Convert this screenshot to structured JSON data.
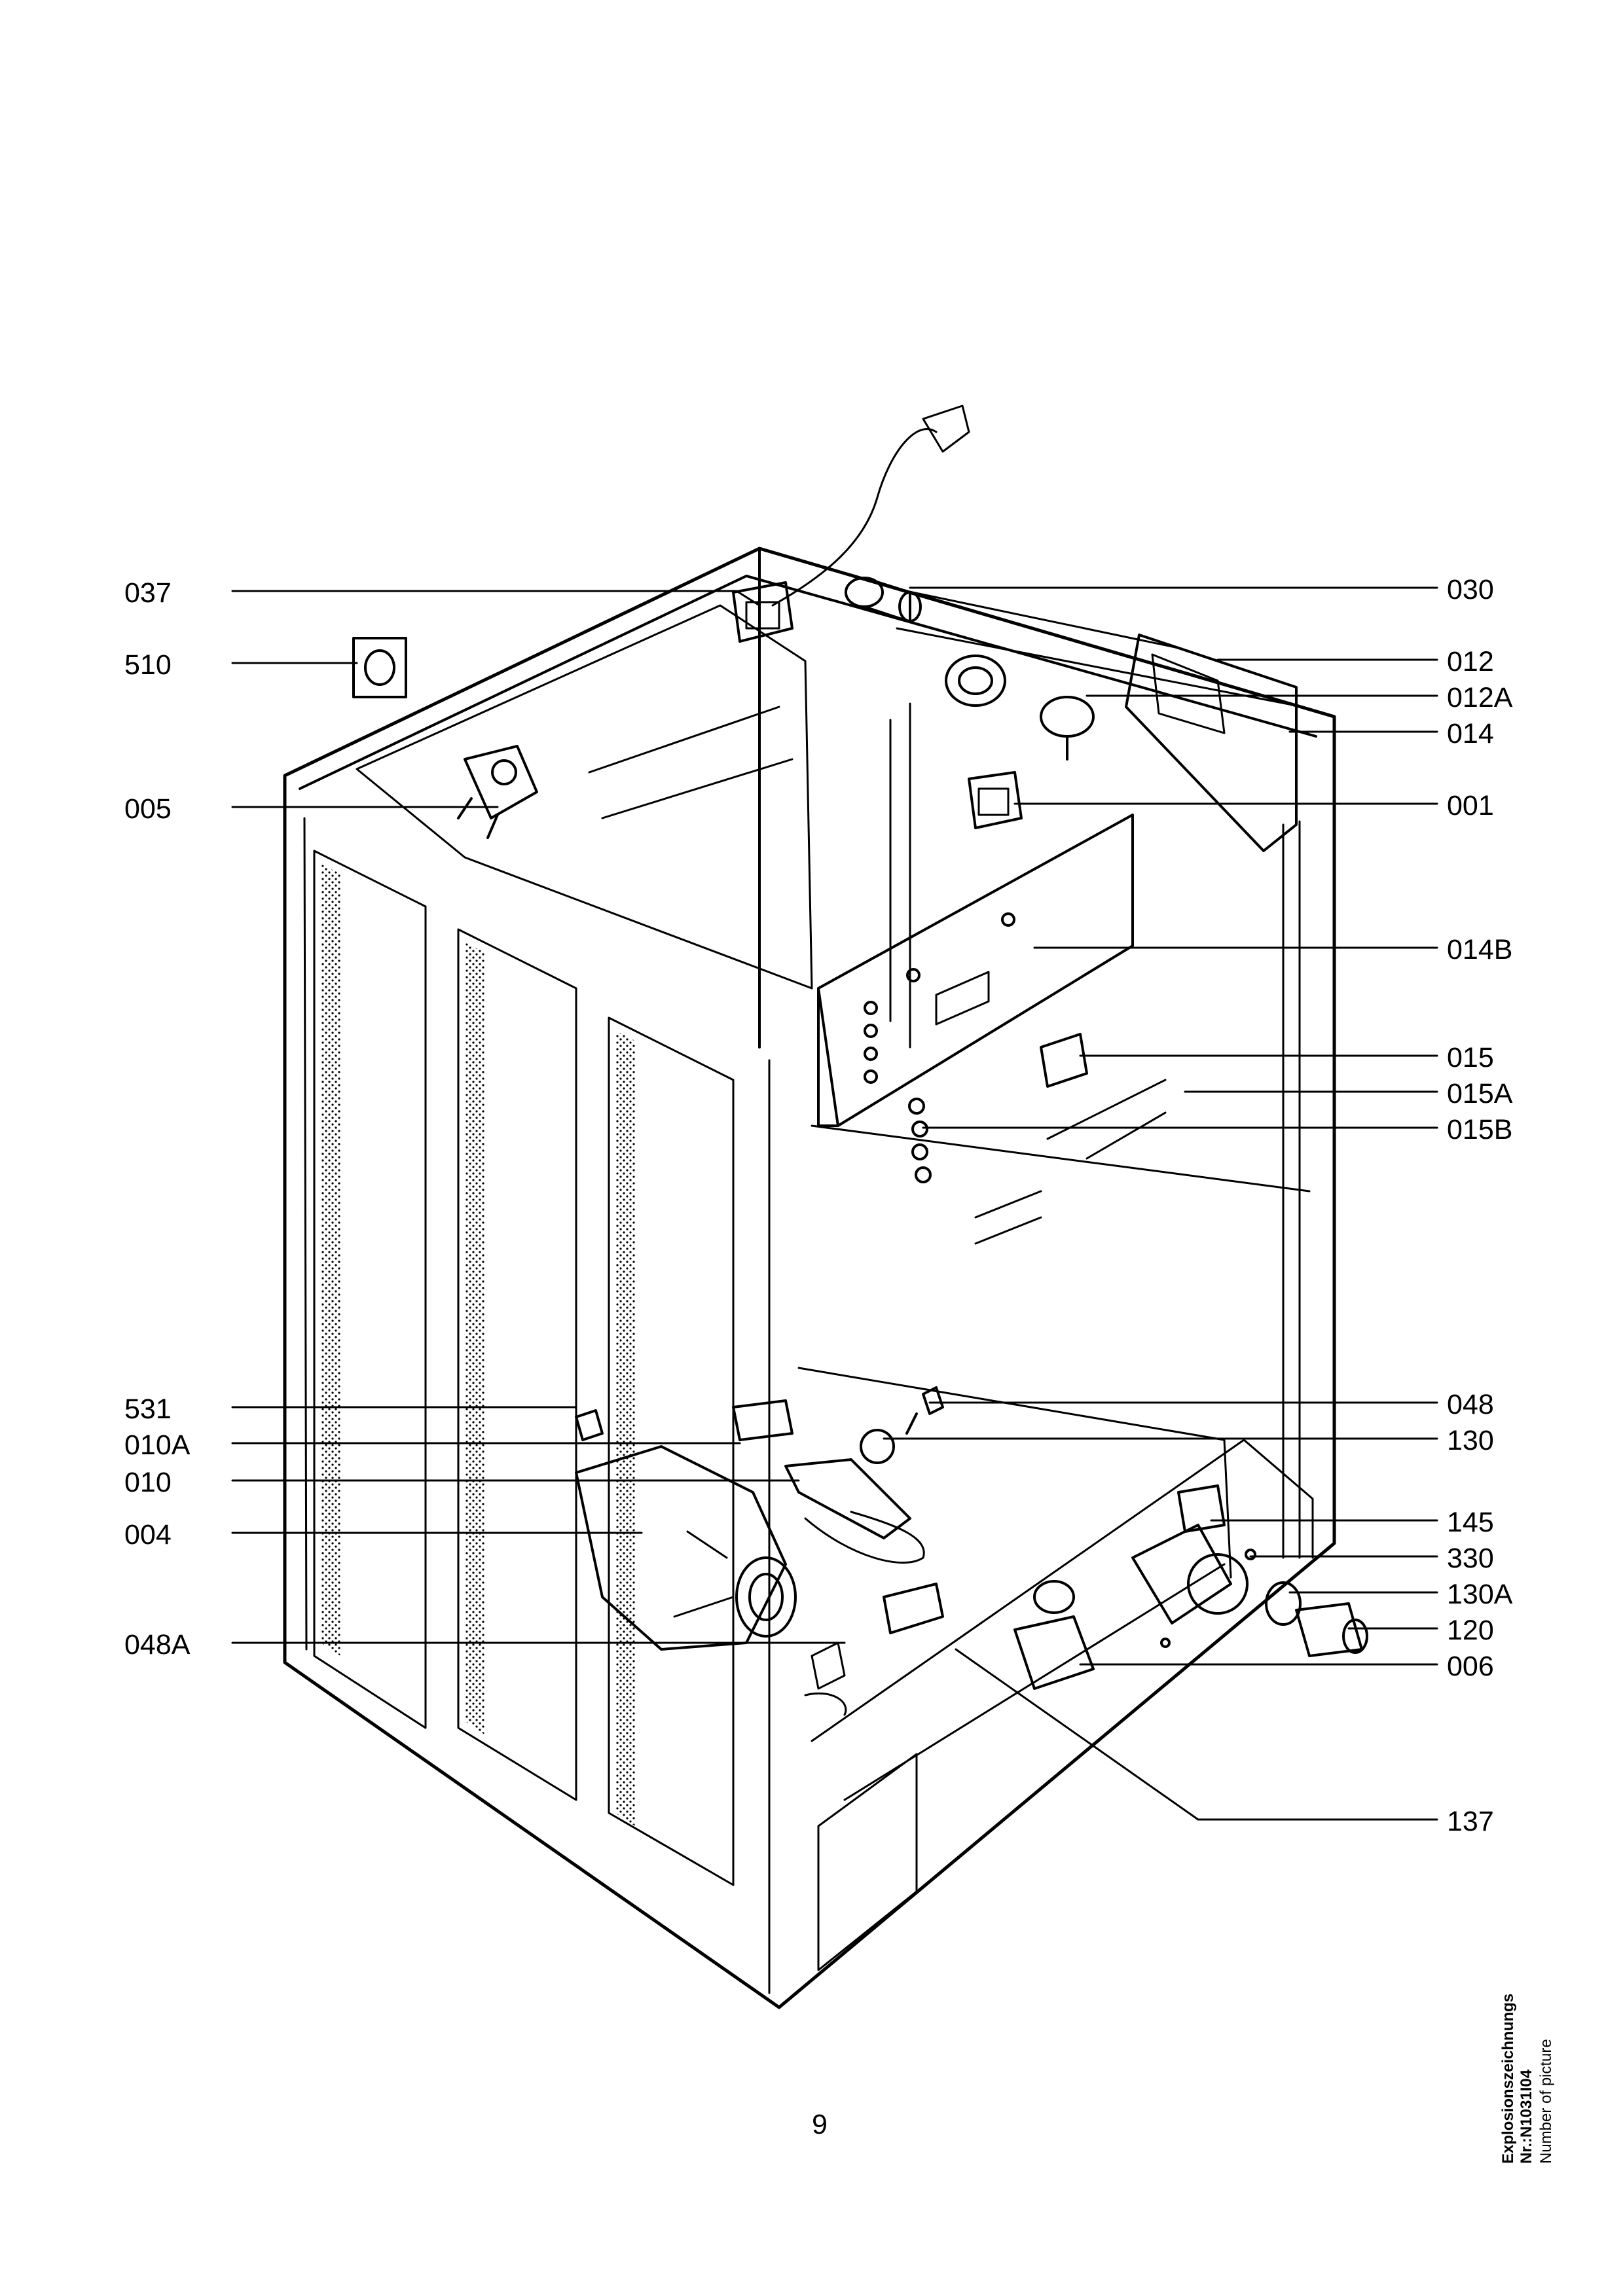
{
  "callouts_left": [
    {
      "id": "037",
      "label": "037"
    },
    {
      "id": "510",
      "label": "510"
    },
    {
      "id": "005",
      "label": "005"
    },
    {
      "id": "531",
      "label": "531"
    },
    {
      "id": "010A",
      "label": "010A"
    },
    {
      "id": "010",
      "label": "010"
    },
    {
      "id": "004",
      "label": "004"
    },
    {
      "id": "048A",
      "label": "048A"
    }
  ],
  "callouts_right": [
    {
      "id": "030",
      "label": "030"
    },
    {
      "id": "012",
      "label": "012"
    },
    {
      "id": "012A",
      "label": "012A"
    },
    {
      "id": "014",
      "label": "014"
    },
    {
      "id": "001",
      "label": "001"
    },
    {
      "id": "014B",
      "label": "014B"
    },
    {
      "id": "015",
      "label": "015"
    },
    {
      "id": "015A",
      "label": "015A"
    },
    {
      "id": "015B",
      "label": "015B"
    },
    {
      "id": "048",
      "label": "048"
    },
    {
      "id": "130",
      "label": "130"
    },
    {
      "id": "145",
      "label": "145"
    },
    {
      "id": "330",
      "label": "330"
    },
    {
      "id": "130A",
      "label": "130A"
    },
    {
      "id": "120",
      "label": "120"
    },
    {
      "id": "006",
      "label": "006"
    },
    {
      "id": "137",
      "label": "137"
    }
  ],
  "page_number": "9",
  "picture_caption": {
    "line1": "Explosionszeichnungs Nr.:N1031I04",
    "line2": "Number of picture"
  }
}
